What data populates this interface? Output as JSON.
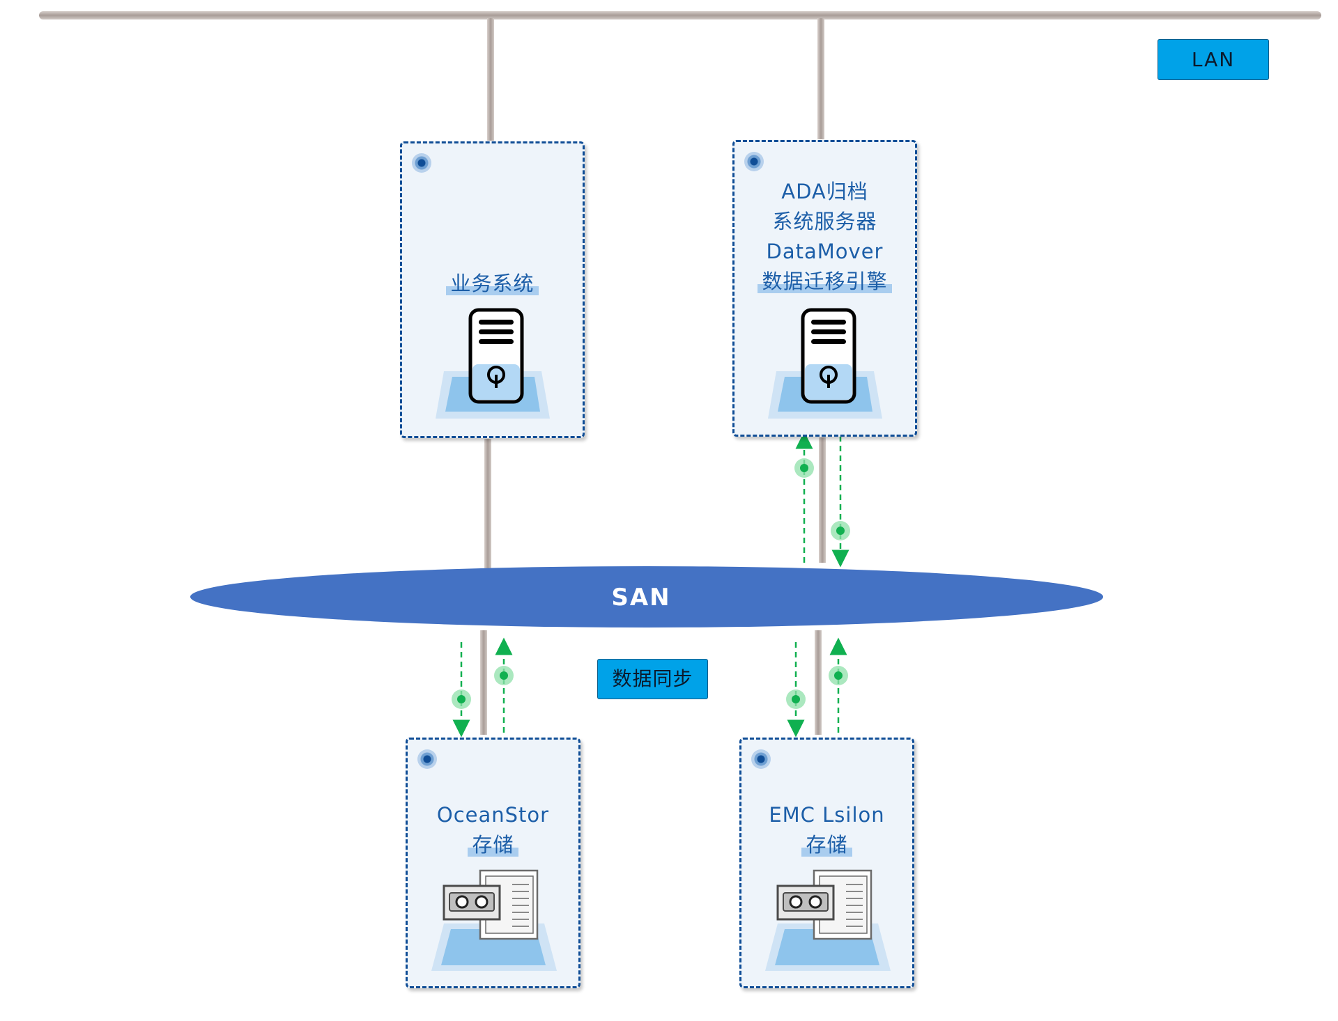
{
  "network": {
    "lan_label": "LAN",
    "san_label": "SAN"
  },
  "sync_label": "数据同步",
  "nodes": {
    "business": {
      "lines": [
        "业务系统"
      ],
      "icon": "server-icon"
    },
    "ada": {
      "lines": [
        "ADA归档",
        "系统服务器",
        "DataMover",
        "数据迁移引擎"
      ],
      "icon": "server-icon"
    },
    "oceanstor": {
      "lines": [
        "OceanStor",
        "存储"
      ],
      "icon": "storage-icon"
    },
    "emc": {
      "lines": [
        "EMC Lsilon",
        "存储"
      ],
      "icon": "storage-icon"
    }
  },
  "colors": {
    "box_border": "#0f4d96",
    "box_fill": "#eef4fa",
    "label": "#1c5ea8",
    "san_fill": "#4472c4",
    "tag_fill": "#00a2e8",
    "data_flow": "#10b050",
    "cable": "#b7aca7"
  }
}
